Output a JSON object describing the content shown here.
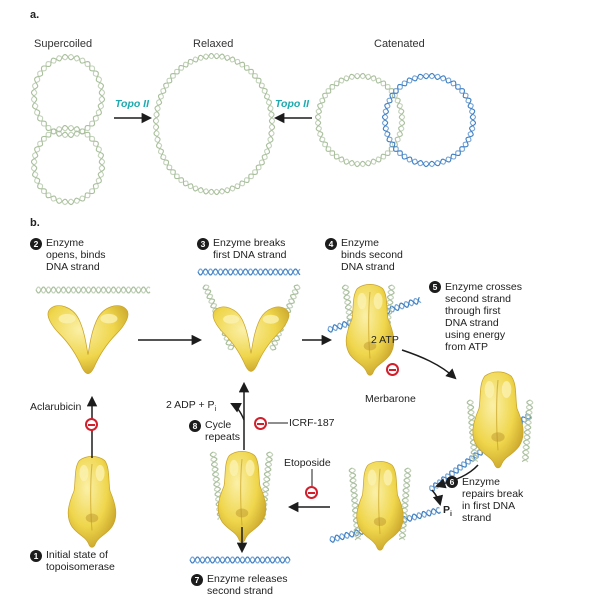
{
  "panel_a": {
    "label": "a.",
    "headers": [
      "Supercoiled",
      "Relaxed",
      "Catenated"
    ],
    "topo_label": "Topo II"
  },
  "panel_b": {
    "label": "b.",
    "steps": [
      {
        "n": "1",
        "lines": [
          "Initial state of",
          "topoisomerase"
        ]
      },
      {
        "n": "2",
        "lines": [
          "Enzyme",
          "opens, binds",
          "DNA strand"
        ]
      },
      {
        "n": "3",
        "lines": [
          "Enzyme breaks",
          "first DNA strand"
        ]
      },
      {
        "n": "4",
        "lines": [
          "Enzyme",
          "binds second",
          "DNA strand"
        ]
      },
      {
        "n": "5",
        "lines": [
          "Enzyme crosses",
          "second strand",
          "through first",
          "DNA strand",
          "using energy",
          "from ATP"
        ]
      },
      {
        "n": "6",
        "lines": [
          "Enzyme",
          "repairs break",
          "in first DNA",
          "strand"
        ]
      },
      {
        "n": "7",
        "lines": [
          "Enzyme releases",
          "second strand"
        ]
      },
      {
        "n": "8",
        "lines": [
          "Cycle",
          "repeats"
        ]
      }
    ],
    "drugs": {
      "aclarubicin": "Aclarubicin",
      "icrf": "ICRF-187",
      "merbarone": "Merbarone",
      "etoposide": "Etoposide"
    },
    "energy": {
      "atp": "2 ATP",
      "adp_prefix": "2 ADP + P",
      "pi_prefix": "P",
      "pi_sub": "i"
    }
  },
  "colors": {
    "green_dna": "#a9bf9c",
    "blue_dna": "#3d7fc4",
    "enzyme": "#efd64c",
    "enzyme_dark": "#c9a42a",
    "topo": "#20aab0",
    "inhibitor": "#d21f2b"
  }
}
